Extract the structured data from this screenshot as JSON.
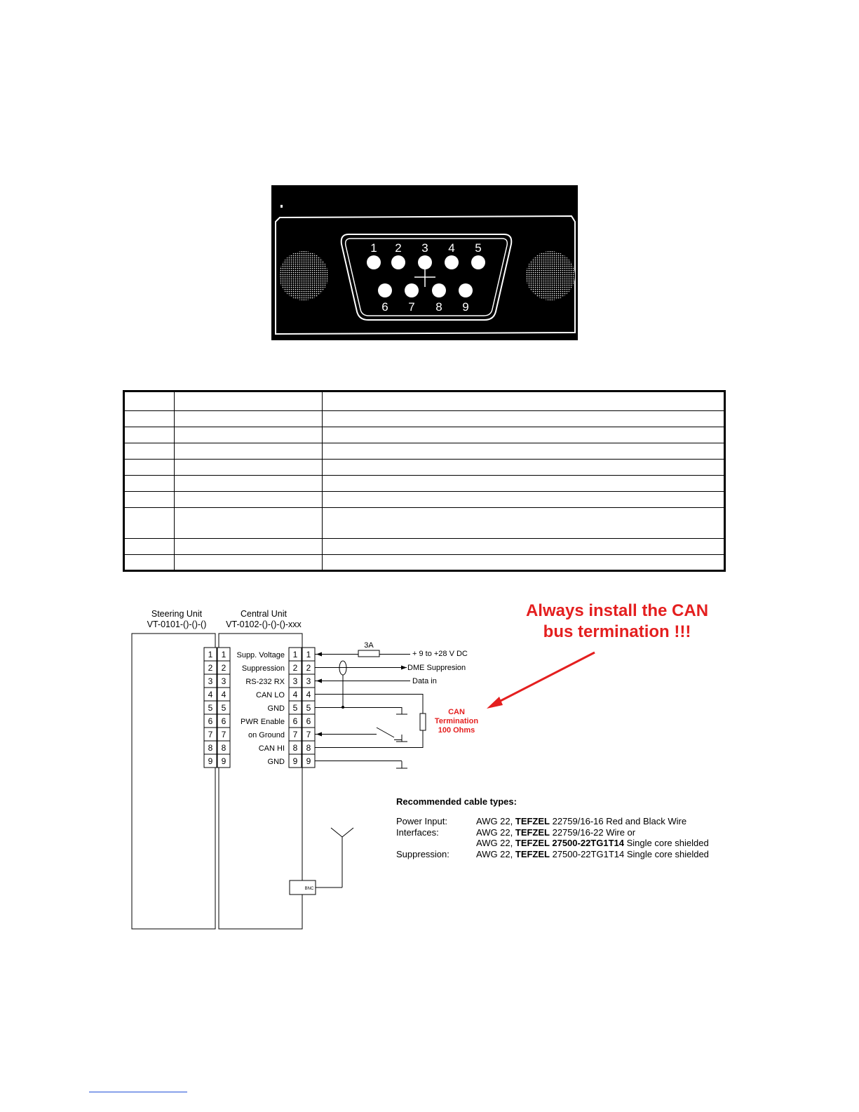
{
  "connector": {
    "pins_top": [
      "1",
      "2",
      "3",
      "4",
      "5"
    ],
    "pins_bottom": [
      "6",
      "7",
      "8",
      "9"
    ]
  },
  "pin_table": {
    "columns": 3,
    "rows": 10
  },
  "wiring": {
    "steering_unit": {
      "title": "Steering Unit",
      "model": "VT-0101-()-()-()"
    },
    "central_unit": {
      "title": "Central Unit",
      "model": "VT-0102-()-()-()-xxx"
    },
    "pins": [
      {
        "num": "1",
        "label": "Supp. Voltage"
      },
      {
        "num": "2",
        "label": "Suppression"
      },
      {
        "num": "3",
        "label": "RS-232 RX"
      },
      {
        "num": "4",
        "label": "CAN  LO"
      },
      {
        "num": "5",
        "label": "GND"
      },
      {
        "num": "6",
        "label": "PWR Enable"
      },
      {
        "num": "7",
        "label": "on Ground"
      },
      {
        "num": "8",
        "label": "CAN  HI"
      },
      {
        "num": "9",
        "label": "GND"
      }
    ],
    "fuse": "3A",
    "supply": "+ 9 to +28 V DC",
    "dme": "DME Suppresion",
    "data_in": "Data in",
    "termination": [
      "CAN",
      "Termination",
      "100 Ohms"
    ],
    "bnc": "BNC",
    "colors": {
      "termination_text": "#e41f1f",
      "warning_arrow": "#e41f1f"
    }
  },
  "warning": {
    "line1": "Always install the CAN",
    "line2": "bus termination !!!"
  },
  "cables": {
    "title": "Recommended cable types:",
    "rows": [
      {
        "key": "Power Input:",
        "value_pre": "AWG 22, ",
        "value_bold": "TEFZEL",
        "value_post": " 22759/16-16 Red and Black Wire"
      },
      {
        "key": "Interfaces:",
        "value_pre": "AWG 22, ",
        "value_bold": "TEFZEL",
        "value_post": " 22759/16-22 Wire or"
      },
      {
        "key": "",
        "value_pre": "AWG 22, ",
        "value_bold": "TEFZEL 27500-22TG1T14",
        "value_post": " Single core shielded"
      },
      {
        "key": "Suppression:",
        "value_pre": "AWG 22, ",
        "value_bold": "TEFZEL",
        "value_post": " 27500-22TG1T14 Single core shielded"
      }
    ]
  }
}
